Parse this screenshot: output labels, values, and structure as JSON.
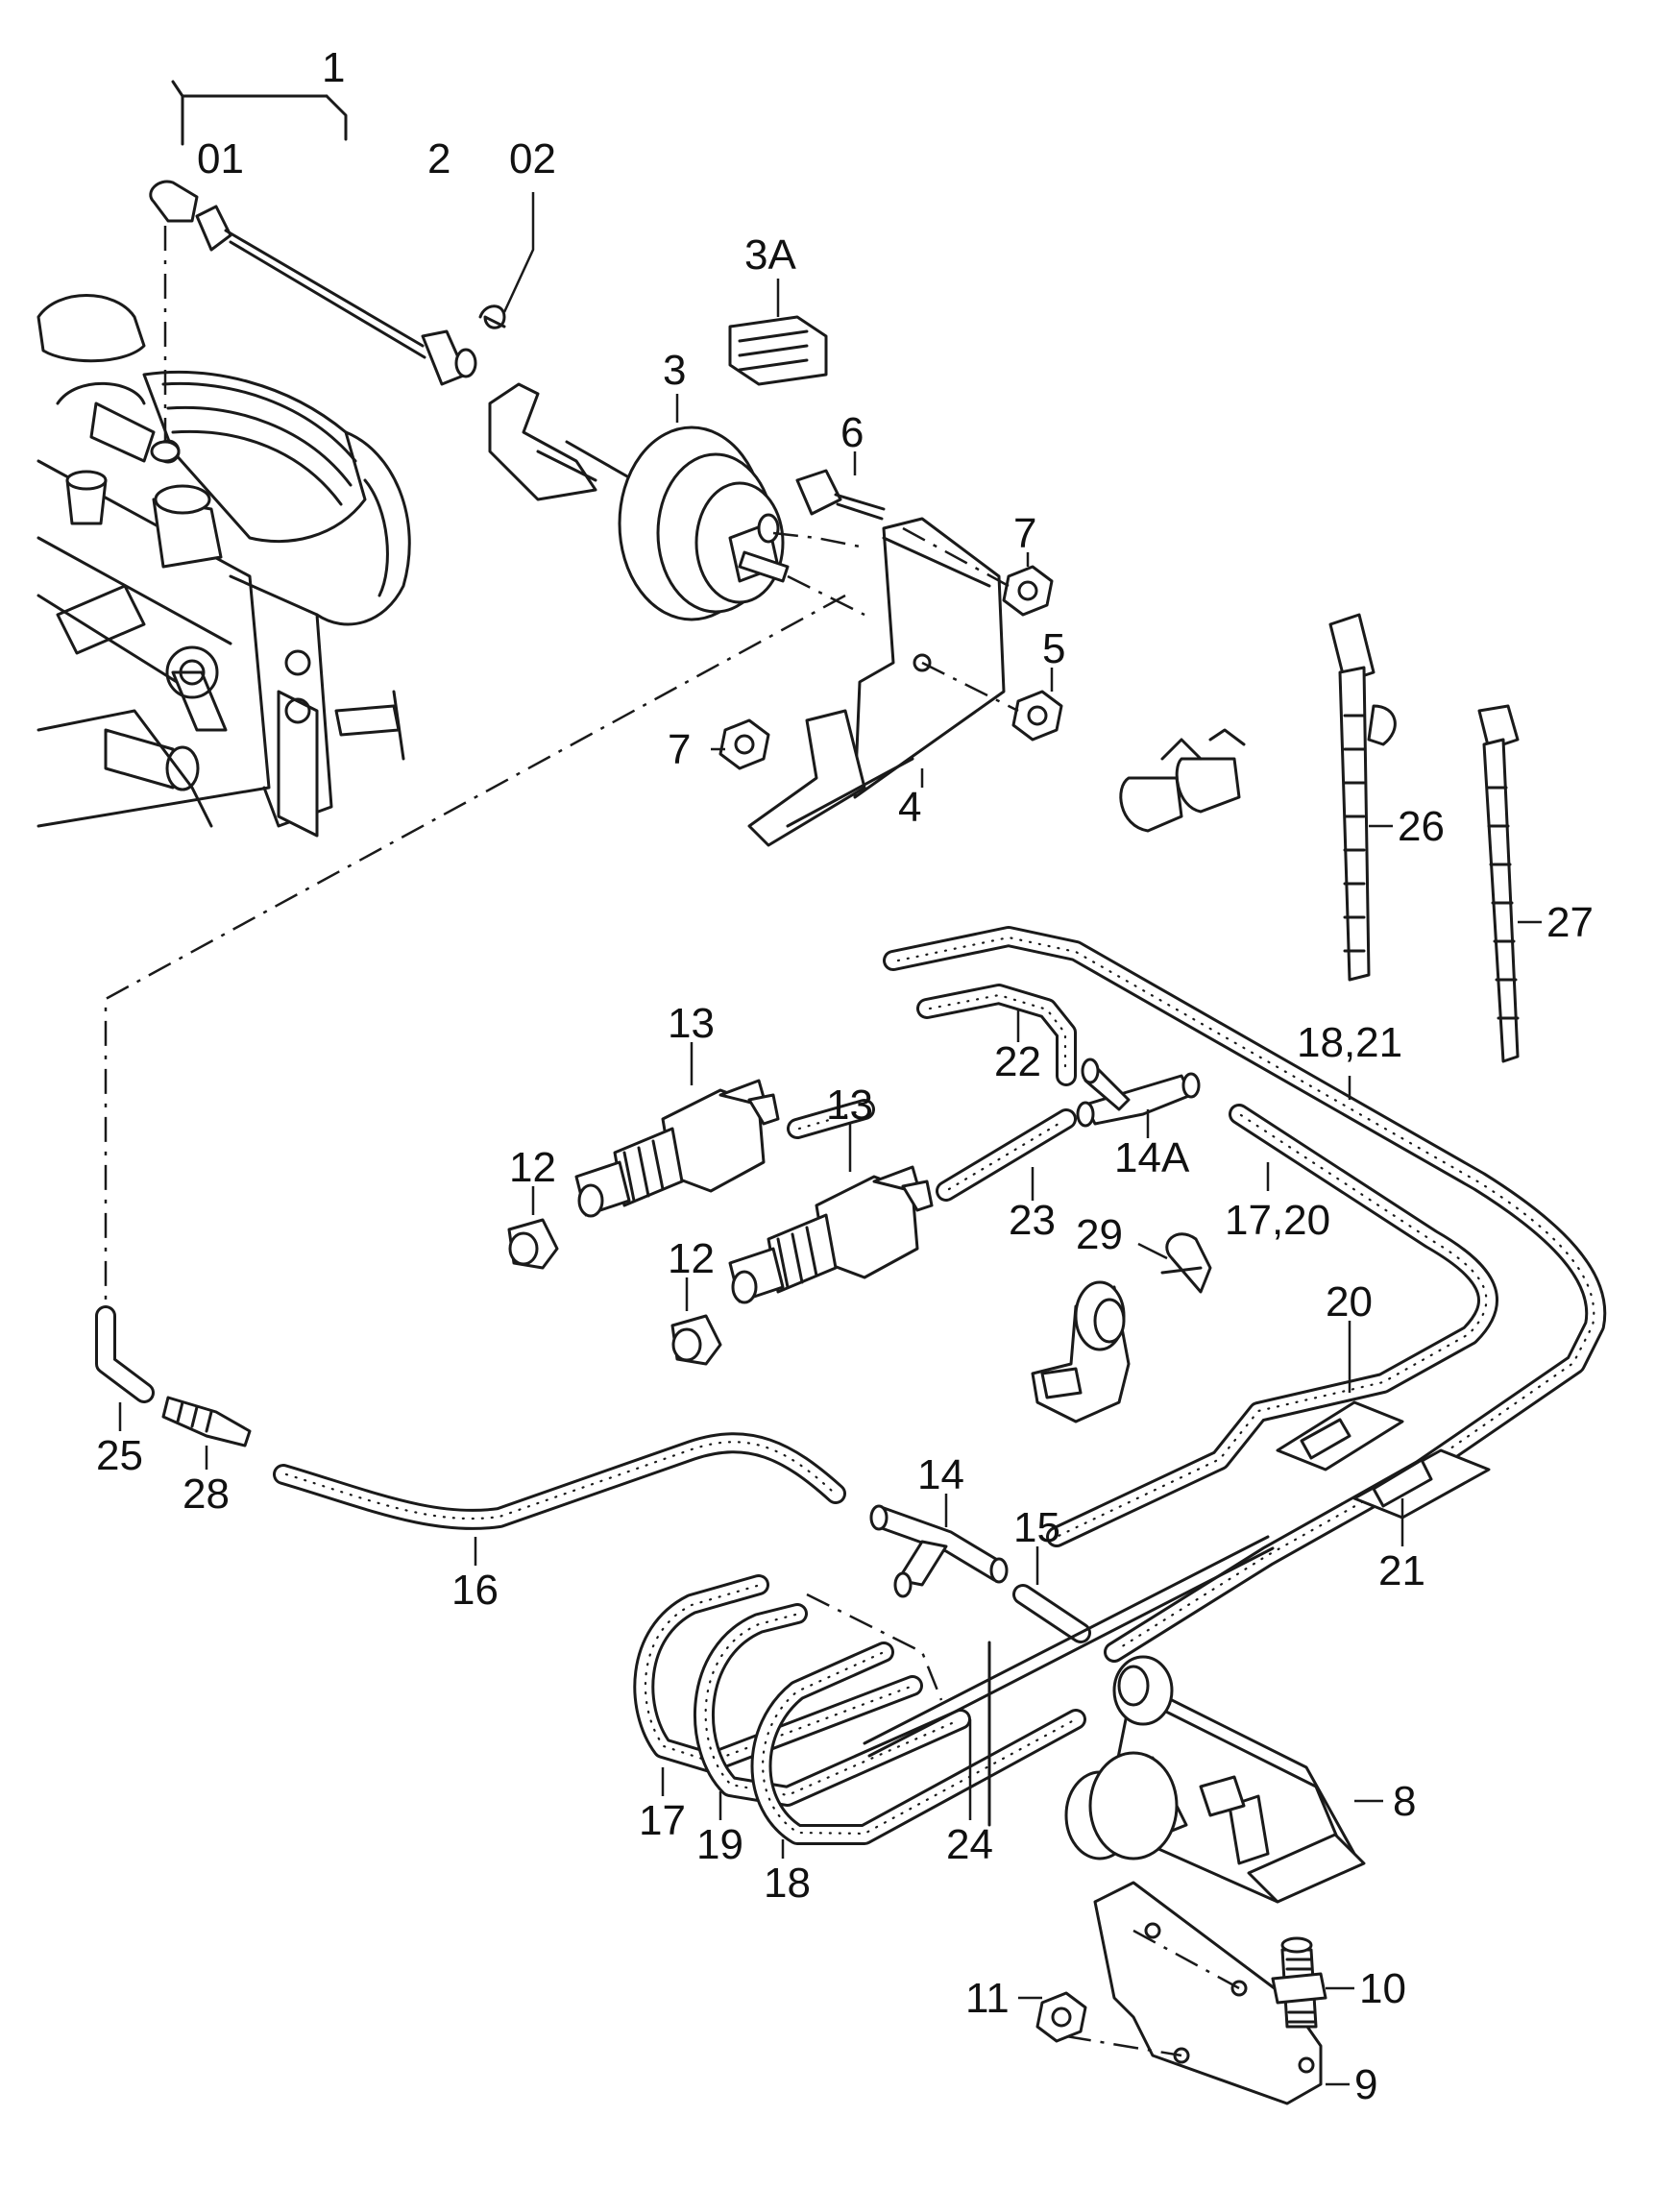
{
  "callouts": {
    "c1": "1",
    "c01": "01",
    "c2": "2",
    "c02": "02",
    "c3A": "3A",
    "c3": "3",
    "c6": "6",
    "c7a": "7",
    "c5": "5",
    "c7b": "7",
    "c4": "4",
    "c26": "26",
    "c27": "27",
    "c13a": "13",
    "c22": "22",
    "c18_21": "18,21",
    "c14A": "14A",
    "c12a": "12",
    "c13b": "13",
    "c23": "23",
    "c17_20": "17,20",
    "c12b": "12",
    "c29": "29",
    "c20": "20",
    "c25": "25",
    "c28": "28",
    "c16": "16",
    "c14": "14",
    "c15": "15",
    "c21": "21",
    "c24": "24",
    "c8": "8",
    "c17": "17",
    "c19": "19",
    "c18": "18",
    "c11": "11",
    "c10": "10",
    "c9": "9"
  }
}
